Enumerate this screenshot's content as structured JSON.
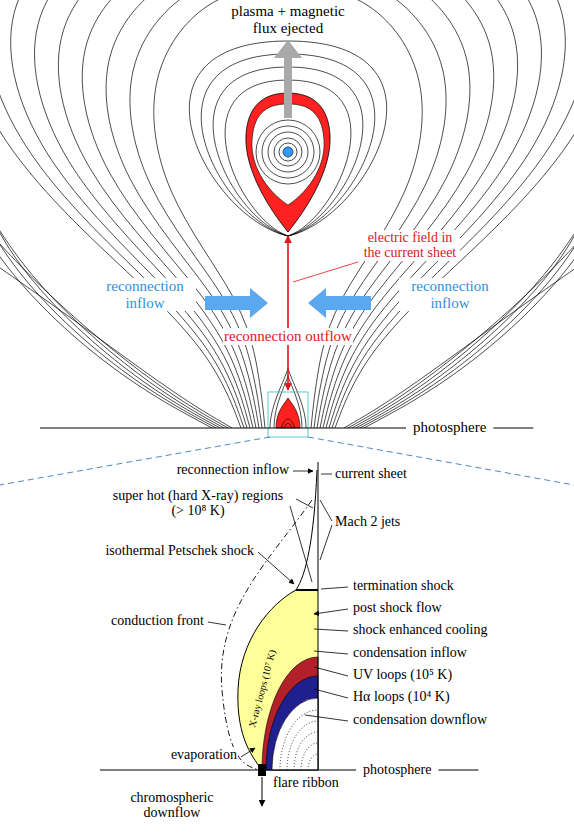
{
  "diagram": {
    "labels": [
      "plasma + magnetic flux ejected",
      "electric field in the current sheet",
      "reconnection inflow",
      "reconnection inflow",
      "reconnection outflow",
      "photosphere",
      "reconnection inflow",
      "current sheet",
      "super hot (hard X-ray) regions (> 10⁸ K)",
      "isothermal Petschek shock",
      "Mach 2 jets",
      "termination shock",
      "conduction front",
      "post shock flow",
      "shock enhanced cooling",
      "condensation inflow",
      "X-ray loops (10⁷ K)",
      "UV loops (10⁵ K)",
      "Hα loops (10⁴ K)",
      "condensation downflow",
      "evaporation",
      "flare ribbon",
      "photosphere",
      "chromospheric downflow"
    ]
  }
}
